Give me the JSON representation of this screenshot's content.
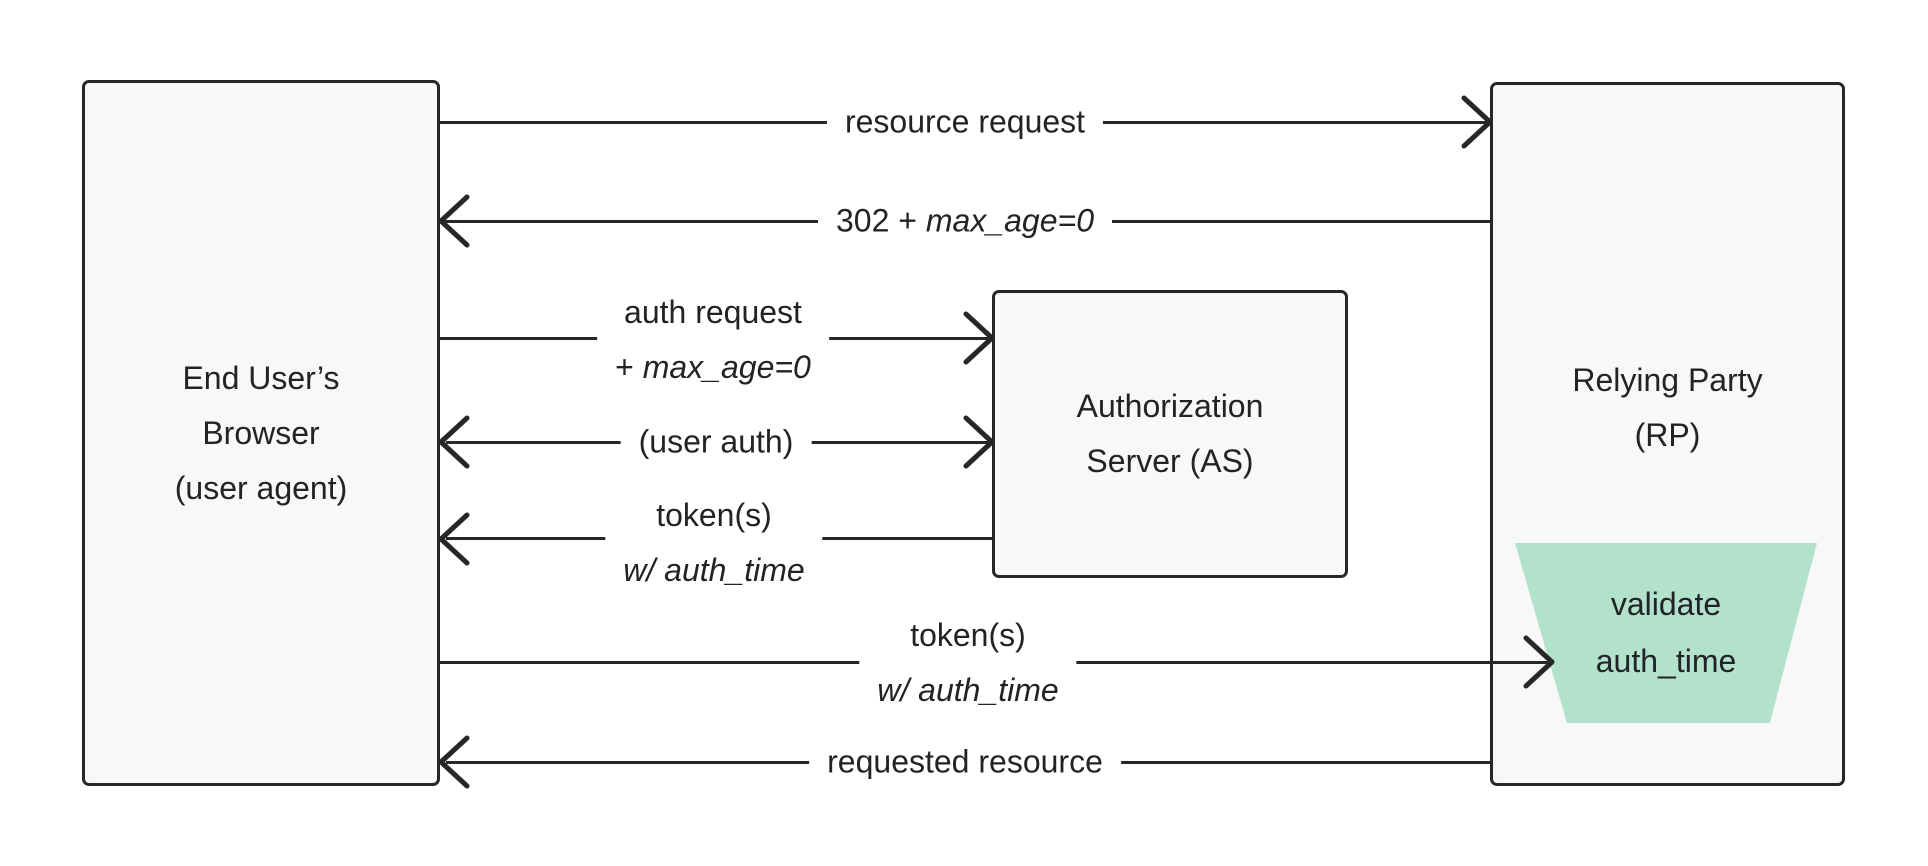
{
  "diagram": {
    "boxes": {
      "browser": {
        "line1": "End User’s",
        "line2": "Browser",
        "line3": "(user agent)"
      },
      "auth_server": {
        "line1": "Authorization",
        "line2": "Server (AS)"
      },
      "relying_party": {
        "line1": "Relying Party",
        "line2": "(RP)"
      }
    },
    "arrows": {
      "resource_request": {
        "label": "resource request"
      },
      "redirect_302": {
        "plain": "302 + ",
        "italic": "max_age=0"
      },
      "auth_request": {
        "line1": "auth request",
        "line2_plain": "+ ",
        "line2_italic": "max_age=0"
      },
      "user_auth": {
        "label": "(user auth)"
      },
      "tokens_to_browser": {
        "line1": "token(s)",
        "line2_italic": "w/ auth_time"
      },
      "tokens_to_rp": {
        "line1": "token(s)",
        "line2_italic": "w/ auth_time"
      },
      "requested_resource": {
        "label": "requested resource"
      }
    },
    "validate_step": {
      "line1": "validate",
      "line2": "auth_time"
    },
    "colors": {
      "line": "#27272a",
      "box_fill": "#f8f8f9",
      "box_border": "#27272a",
      "trapezoid_fill": "#b2e1cc",
      "text": "#212327",
      "background": "#ffffff"
    }
  }
}
